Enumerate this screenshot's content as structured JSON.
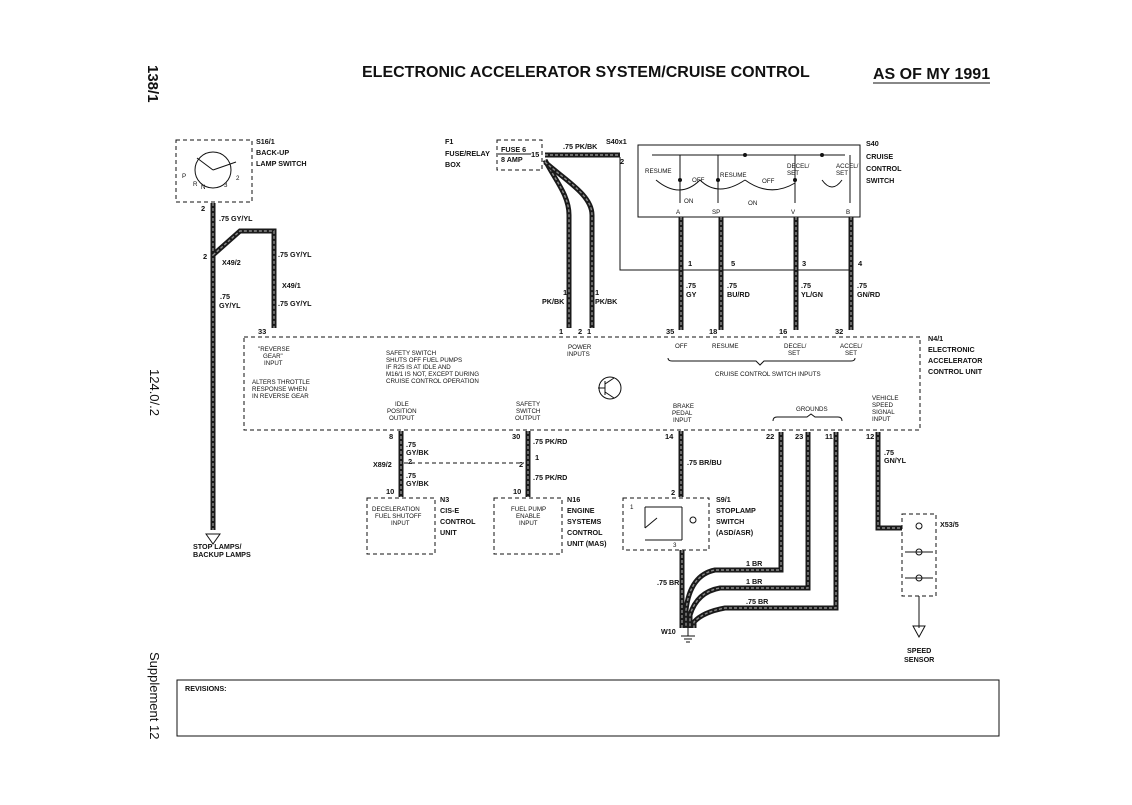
{
  "header": {
    "page_number": "138/1",
    "title": "ELECTRONIC ACCELERATOR SYSTEM/CRUISE CONTROL",
    "as_of": "AS OF MY 1991",
    "model": "124.0/.2",
    "supplement": "Supplement 12"
  },
  "components": {
    "s16_1": {
      "id": "S16/1",
      "name1": "BACK-UP",
      "name2": "LAMP SWITCH"
    },
    "f1": {
      "id": "F1",
      "name1": "FUSE/RELAY",
      "name2": "BOX",
      "fuse1": "FUSE 6",
      "fuse2": "8 AMP",
      "pin": "15"
    },
    "s40x1": {
      "id": "S40x1",
      "pin": "2"
    },
    "s40": {
      "id": "S40",
      "name1": "CRUISE",
      "name2": "CONTROL",
      "name3": "SWITCH",
      "positions": [
        "RESUME",
        "OFF",
        "RESUME",
        "OFF",
        "DECEL/",
        "SET",
        "ACCEL/",
        "SET"
      ],
      "on1": "ON",
      "on2": "ON",
      "pins": [
        "A",
        "SP",
        "V",
        "B"
      ]
    },
    "n4_1": {
      "id": "N4/1",
      "name1": "ELECTRONIC",
      "name2": "ACCELERATOR",
      "name3": "CONTROL UNIT"
    },
    "n3": {
      "id": "N3",
      "name1": "CIS-E",
      "name2": "CONTROL",
      "name3": "UNIT",
      "text1": "DECELERATION",
      "text2": "FUEL SHUTOFF",
      "text3": "INPUT"
    },
    "n16": {
      "id": "N16",
      "name1": "ENGINE",
      "name2": "SYSTEMS",
      "name3": "CONTROL",
      "name4": "UNIT (MAS)",
      "text1": "FUEL PUMP",
      "text2": "ENABLE",
      "text3": "INPUT"
    },
    "s9_1": {
      "id": "S9/1",
      "name1": "STOPLAMP",
      "name2": "SWITCH",
      "name3": "(ASD/ASR)"
    },
    "x53_5": {
      "id": "X53/5"
    },
    "x49_2": {
      "id": "X49/2"
    },
    "x49_1": {
      "id": "X49/1"
    },
    "x89_2": {
      "id": "X89/2"
    },
    "w10": {
      "id": "W10"
    }
  },
  "ecu_labels": {
    "reverse1": "\"REVERSE",
    "reverse2": "GEAR\"",
    "reverse3": "INPUT",
    "alters1": "ALTERS THROTTLE",
    "alters2": "RESPONSE WHEN",
    "alters3": "IN REVERSE GEAR",
    "safety1": "SAFETY SWITCH",
    "safety2": "SHUTS OFF FUEL PUMPS",
    "safety3": "IF R25 IS AT IDLE AND",
    "safety4": "M16/1 IS NOT, EXCEPT DURING",
    "safety5": "CRUISE CONTROL OPERATION",
    "power1": "POWER",
    "power2": "INPUTS",
    "idle1": "IDLE",
    "idle2": "POSITION",
    "idle3": "OUTPUT",
    "safout1": "SAFETY",
    "safout2": "SWITCH",
    "safout3": "OUTPUT",
    "brake1": "BRAKE",
    "brake2": "PEDAL",
    "brake3": "INPUT",
    "sw_off": "OFF",
    "sw_resume": "RESUME",
    "sw_decel1": "DECEL/",
    "sw_decel2": "SET",
    "sw_accel1": "ACCEL/",
    "sw_accel2": "SET",
    "cruise_inputs": "CRUISE CONTROL SWITCH INPUTS",
    "grounds": "GROUNDS",
    "vss1": "VEHICLE",
    "vss2": "SPEED",
    "vss3": "SIGNAL",
    "vss4": "INPUT"
  },
  "pins": {
    "p2_s16": "2",
    "p2_x49": "2",
    "p33": "33",
    "p1a": "1",
    "p2a": "2",
    "p1b": "1",
    "p1c": "1",
    "p35": "35",
    "p18": "18",
    "p16": "16",
    "p32": "32",
    "c1": "1",
    "c5": "5",
    "c3": "3",
    "c4": "4",
    "p8": "8",
    "p30": "30",
    "p14": "14",
    "p22": "22",
    "p23": "23",
    "p11": "11",
    "p12": "12",
    "x89_l": "2",
    "x89_r": "2",
    "x89_r1": "1",
    "p10a": "10",
    "p10b": "10",
    "s9_2": "2",
    "s9_1": "1",
    "s9_3": "3"
  },
  "wire_labels": {
    "w_gyyl_1": ".75 GY/YL",
    "w_gyyl_2": ".75 GY/YL",
    "w_gyyl_3": ".75",
    "w_gyyl_3b": "GY/YL",
    "w_gyyl_4": ".75 GY/YL",
    "w_pkbk_f": ".75 PK/BK",
    "w_pkbk_1": "PK/BK",
    "w_pkbk_2": "PK/BK",
    "w_pkbk_1n": "1",
    "w_pkbk_2n": "1",
    "w_gy": ".75",
    "w_gy2": "GY",
    "w_burd": ".75",
    "w_burd2": "BU/RD",
    "w_ylgn": ".75",
    "w_ylgn2": "YL/GN",
    "w_gnrd": ".75",
    "w_gnrd2": "GN/RD",
    "w_gybk_1": ".75",
    "w_gybk_1b": "GY/BK",
    "w_gybk_2": ".75",
    "w_gybk_2b": "GY/BK",
    "w_pkrd_1": ".75 PK/RD",
    "w_pkrd_2": ".75 PK/RD",
    "w_brbu": ".75 BR/BU",
    "w_br_s9": ".75 BR",
    "w_br_1": "1 BR",
    "w_br_2": "1 BR",
    "w_br_3": ".75 BR",
    "w_gnyl": ".75",
    "w_gnyl2": "GN/YL"
  },
  "outputs": {
    "stop1": "STOP LAMPS/",
    "stop2": "BACKUP LAMPS",
    "speed1": "SPEED",
    "speed2": "SENSOR"
  },
  "revisions": {
    "label": "REVISIONS:"
  },
  "colors": {
    "ink": "#111111",
    "paper": "#ffffff",
    "wire": "#1a1a1a"
  }
}
